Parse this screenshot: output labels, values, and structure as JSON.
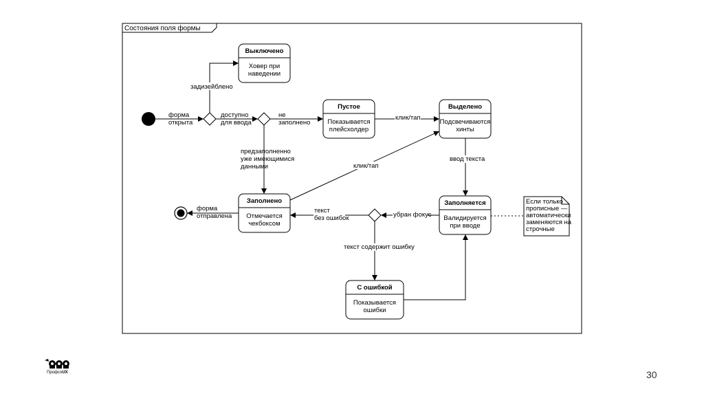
{
  "frame": {
    "title": "Состояния поля формы"
  },
  "states": {
    "disabled": {
      "title": "Выключено",
      "body": [
        "Ховер при",
        "наведении"
      ]
    },
    "empty": {
      "title": "Пустое",
      "body": [
        "Показывается",
        "плейсхолдер"
      ]
    },
    "selected": {
      "title": "Выделено",
      "body": [
        "Подсвечиваются",
        "хинты"
      ]
    },
    "filled": {
      "title": "Заполнено",
      "body": [
        "Отмечается",
        "чекбоксом"
      ]
    },
    "filling": {
      "title": "Заполняется",
      "body": [
        "Валидируется",
        "при вводе"
      ]
    },
    "error": {
      "title": "С ошибкой",
      "body": [
        "Показывается",
        "ошибки"
      ]
    }
  },
  "transitions": {
    "form_opened": [
      "форма",
      "открыта"
    ],
    "disabled_branch": "задизейблено",
    "available": [
      "доступно",
      "для ввода"
    ],
    "not_filled": [
      "не",
      "заполнено"
    ],
    "prefilled": [
      "предзаполненно",
      "уже имеющимися",
      "данными"
    ],
    "click_tap_1": "клик/тап",
    "click_tap_2": "клик/тап",
    "text_input": "ввод текста",
    "focus_removed": "убран фокус",
    "text_no_errors": [
      "текст",
      "без ошибок"
    ],
    "text_has_error": "текст содержит ошибку",
    "form_sent": [
      "форма",
      "отправлена"
    ]
  },
  "note": [
    "Если только",
    "прописные —",
    "автоматически",
    "заменяются на",
    "строчные"
  ],
  "logo": {
    "name_regular": "Профсо",
    "name_bold": "UX"
  },
  "page_number": "30"
}
